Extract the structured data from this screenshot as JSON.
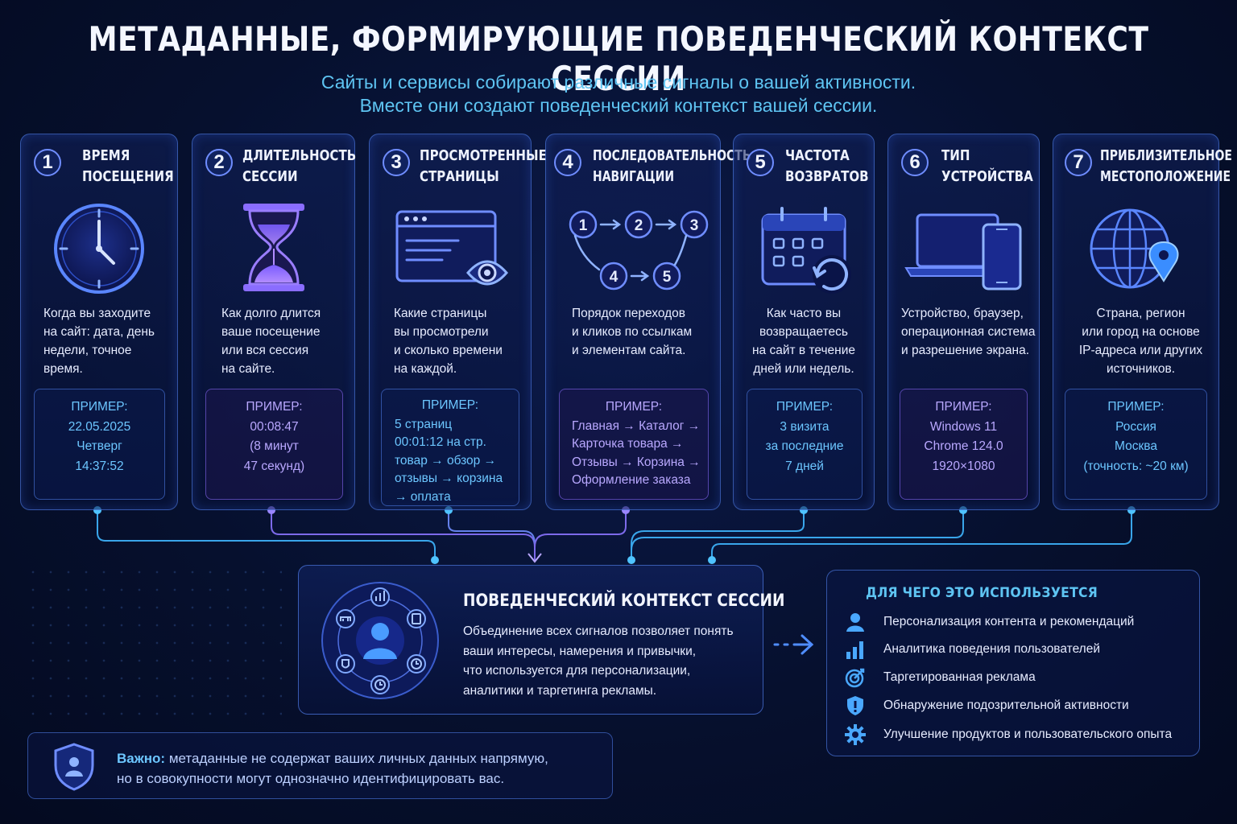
{
  "header": {
    "title": "МЕТАДАННЫЕ, ФОРМИРУЮЩИЕ ПОВЕДЕНЧЕСКИЙ КОНТЕКСТ СЕССИИ",
    "subtitle_line1": "Сайты и сервисы собирают различные сигналы о вашей активности.",
    "subtitle_line2": "Вместе они создают поведенческий контекст вашей сессии."
  },
  "example_label": "ПРИМЕР:",
  "cards": [
    {
      "number": "1",
      "title": "ВРЕМЯ\nПОСЕЩЕНИЯ",
      "icon": "clock-icon",
      "description": "Когда вы заходите\nна сайт: дата, день\nнедели, точное\nвремя.",
      "example": "22.05.2025\nЧетверг\n14:37:52"
    },
    {
      "number": "2",
      "title": "ДЛИТЕЛЬНОСТЬ\nСЕССИИ",
      "icon": "hourglass-icon",
      "description": "Как долго длится\nваше посещение\nили вся сессия\nна сайте.",
      "example": "00:08:47\n(8 минут\n47 секунд)"
    },
    {
      "number": "3",
      "title": "ПРОСМОТРЕННЫЕ\nСТРАНИЦЫ",
      "icon": "browser-eye-icon",
      "description": "Какие страницы\nвы просмотрели\nи сколько времени\nна каждой.",
      "example": "5 страниц\n00:01:12 на стр.\nтовар → обзор →\nотзывы → корзина\n→ оплата"
    },
    {
      "number": "4",
      "title": "ПОСЛЕДОВАТЕЛЬНОСТЬ\nНАВИГАЦИИ",
      "icon": "navigation-flow-icon",
      "description": "Порядок переходов\nи кликов по ссылкам\nи элементам сайта.",
      "example": "Главная → Каталог →\nКарточка товара →\nОтзывы → Корзина →\nОформление заказа",
      "flow_nodes": [
        "1",
        "2",
        "3",
        "4",
        "5"
      ]
    },
    {
      "number": "5",
      "title": "ЧАСТОТА\nВОЗВРАТОВ",
      "icon": "calendar-refresh-icon",
      "description": "Как часто вы\nвозвращаетесь\nна сайт в течение\nдней или недель.",
      "example": "3 визита\nза последние\n7 дней"
    },
    {
      "number": "6",
      "title": "ТИП\nУСТРОЙСТВА",
      "icon": "laptop-phone-icon",
      "description": "Устройство, браузер,\nоперационная система\nи разрешение экрана.",
      "example": "Windows 11\nChrome 124.0\n1920×1080"
    },
    {
      "number": "7",
      "title": "ПРИБЛИЗИТЕЛЬНОЕ\nМЕСТОПОЛОЖЕНИЕ",
      "icon": "globe-pin-icon",
      "description": "Страна, регион\nили город на основе\nIP-адреса или других\nисточников.",
      "example": "Россия\nМосква\n(точность: ~20 км)"
    }
  ],
  "context": {
    "title": "ПОВЕДЕНЧЕСКИЙ КОНТЕКСТ СЕССИИ",
    "description": "Объединение всех сигналов позволяет понять\nваши интересы, намерения и привычки,\nчто используется для персонализации,\nаналитики и таргетинга рекламы.",
    "icon": "user-signals-icon"
  },
  "uses": {
    "title": "ДЛЯ ЧЕГО ЭТО ИСПОЛЬЗУЕТСЯ",
    "items": [
      {
        "icon": "user-icon",
        "label": "Персонализация контента и рекомендаций"
      },
      {
        "icon": "bar-chart-icon",
        "label": "Аналитика поведения пользователей"
      },
      {
        "icon": "target-icon",
        "label": "Таргетированная реклама"
      },
      {
        "icon": "shield-alert-icon",
        "label": "Обнаружение подозрительной активности"
      },
      {
        "icon": "gear-icon",
        "label": "Улучшение продуктов и пользовательского опыта"
      }
    ]
  },
  "note": {
    "icon": "shield-user-icon",
    "bold": "Важно:",
    "line1": "метаданные не содержат ваших личных данных напрямую,",
    "line2": "но в совокупности могут однозначно идентифицировать вас."
  },
  "colors": {
    "accent_cyan": "#5ec4f2",
    "accent_blue": "#4f7dff",
    "accent_purple": "#8a74ff",
    "background": "#06102e"
  }
}
